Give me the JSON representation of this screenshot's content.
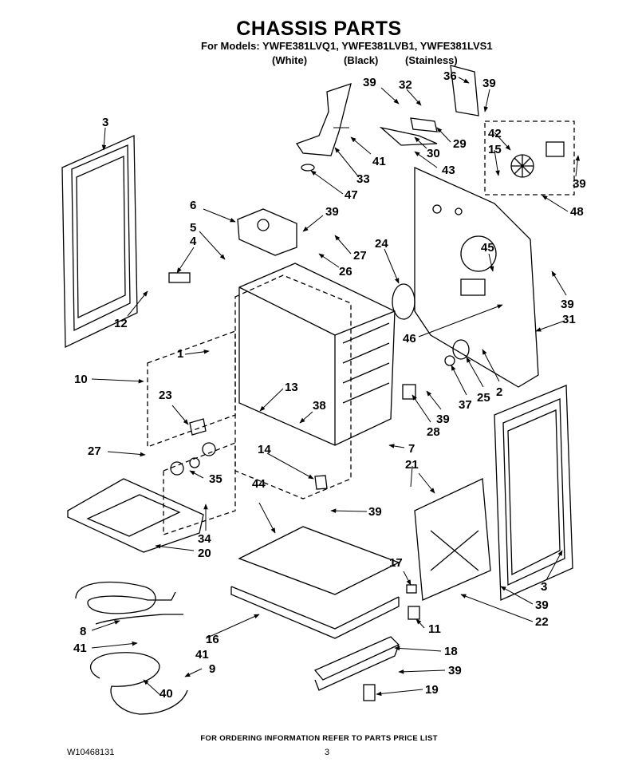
{
  "header": {
    "title": "CHASSIS PARTS",
    "models": "For Models: YWFE381LVQ1, YWFE381LVB1, YWFE381LVS1",
    "variants": [
      "(White)",
      "(Black)",
      "(Stainless)"
    ]
  },
  "callouts": [
    "3",
    "6",
    "5",
    "4",
    "12",
    "1",
    "10",
    "23",
    "27",
    "35",
    "34",
    "20",
    "8",
    "41",
    "40",
    "9",
    "16",
    "44",
    "14",
    "13",
    "38",
    "7",
    "39",
    "26",
    "27",
    "24",
    "45",
    "46",
    "39",
    "31",
    "2",
    "25",
    "37",
    "39",
    "28",
    "21",
    "17",
    "11",
    "18",
    "39",
    "19",
    "3",
    "39",
    "22",
    "39",
    "32",
    "36",
    "39",
    "41",
    "33",
    "47",
    "30",
    "43",
    "29",
    "42",
    "15",
    "39",
    "48",
    "39",
    "41"
  ],
  "footer": {
    "ordering_note": "FOR ORDERING INFORMATION REFER TO PARTS PRICE LIST",
    "doc_number": "W10468131",
    "page_number": "3"
  }
}
